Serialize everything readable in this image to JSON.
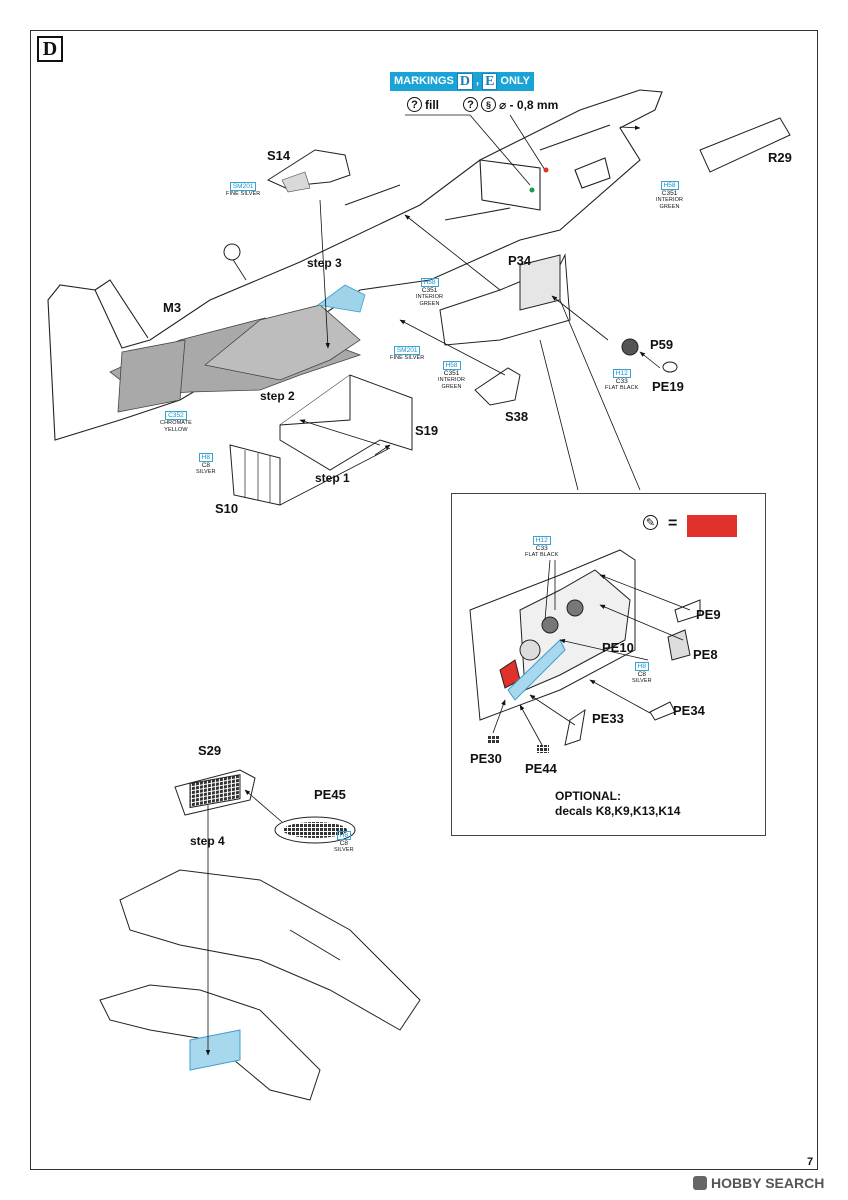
{
  "section": "D",
  "markings": {
    "prefix": "MARKINGS",
    "mark1": "D",
    "sep": ",",
    "mark2": "E",
    "suffix": "ONLY"
  },
  "symbols": {
    "fill_text": "fill",
    "q_glyph": "?",
    "drill_text": "⌀ - 0,8 mm"
  },
  "parts": {
    "s14": "S14",
    "m3": "M3",
    "r29": "R29",
    "p34": "P34",
    "p59": "P59",
    "pe19": "PE19",
    "s38": "S38",
    "s19": "S19",
    "s10": "S10",
    "pe9": "PE9",
    "pe8": "PE8",
    "pe10": "PE10",
    "pe34": "PE34",
    "pe33": "PE33",
    "pe30": "PE30",
    "pe44": "PE44",
    "s29": "S29",
    "pe45": "PE45"
  },
  "steps": {
    "step1": "step 1",
    "step2": "step 2",
    "step3": "step 3",
    "step4": "step 4"
  },
  "paints": {
    "sm201_a": {
      "code": "SM201",
      "name": "FINE SILVER"
    },
    "sm201_b": {
      "code": "SM201",
      "name": "FINE SILVER"
    },
    "h58_a": {
      "code": "H58",
      "code2": "C351",
      "name1": "INTERIOR",
      "name2": "GREEN"
    },
    "h58_b": {
      "code": "H58",
      "code2": "C351",
      "name1": "INTERIOR",
      "name2": "GREEN"
    },
    "h58_c": {
      "code": "H58",
      "code2": "C351",
      "name1": "INTERIOR",
      "name2": "GREEN"
    },
    "c352": {
      "code": "C352",
      "name1": "CHROMATE",
      "name2": "YELLOW"
    },
    "h12_a": {
      "code": "H12",
      "code2": "C33",
      "name1": "FLAT BLACK"
    },
    "h12_b": {
      "code": "H12",
      "code2": "C33",
      "name1": "FLAT BLACK"
    },
    "h8_a": {
      "code": "H8",
      "code2": "C8",
      "name1": "SILVER"
    },
    "h8_b": {
      "code": "H8",
      "code2": "C8",
      "name1": "SILVER"
    },
    "h8_c": {
      "code": "H8",
      "code2": "C8",
      "name1": "SILVER"
    }
  },
  "inset": {
    "equals": "=",
    "swatch_color": "#e0322b",
    "optional_title": "OPTIONAL:",
    "optional_decals": "decals K8,K9,K13,K14"
  },
  "page_number": "7",
  "watermark": "HOBBY SEARCH"
}
